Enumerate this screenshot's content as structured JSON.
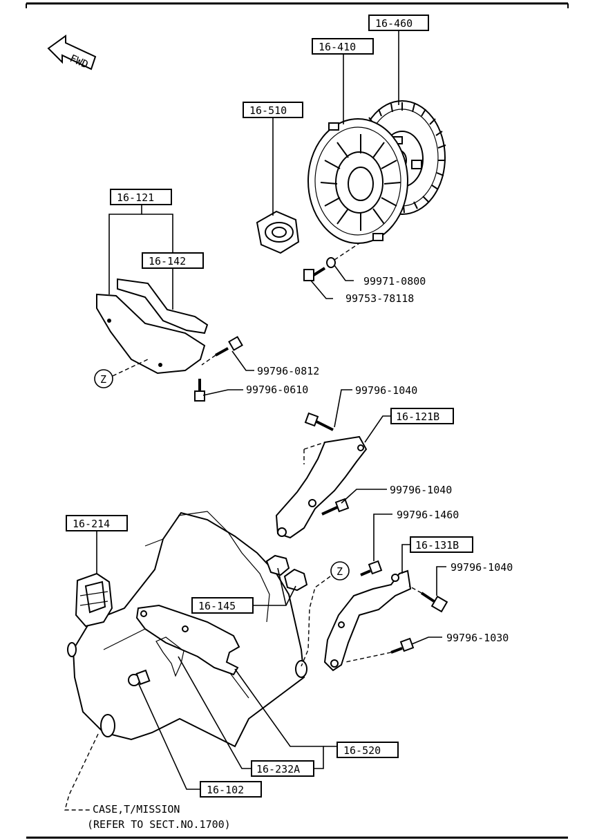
{
  "fwd": "FWD",
  "boxed_labels": {
    "p16_460": "16-460",
    "p16_410": "16-410",
    "p16_510": "16-510",
    "p16_121": "16-121",
    "p16_142": "16-142",
    "p16_121B": "16-121B",
    "p16_214": "16-214",
    "p16_131B": "16-131B",
    "p16_145": "16-145",
    "p16_520": "16-520",
    "p16_232A": "16-232A",
    "p16_102": "16-102"
  },
  "plain_labels": {
    "n99971_0800": "99971-0800",
    "n99753_78118": "99753-78118",
    "n99796_0812": "99796-0812",
    "n99796_0610": "99796-0610",
    "n99796_1040_a": "99796-1040",
    "n99796_1040_b": "99796-1040",
    "n99796_1460": "99796-1460",
    "n99796_1040_c": "99796-1040",
    "n99796_1030": "99796-1030"
  },
  "ref_marker_z": "Z",
  "note": {
    "line1": "CASE,T/MISSION",
    "line2": "(REFER TO SECT.NO.1700)"
  }
}
